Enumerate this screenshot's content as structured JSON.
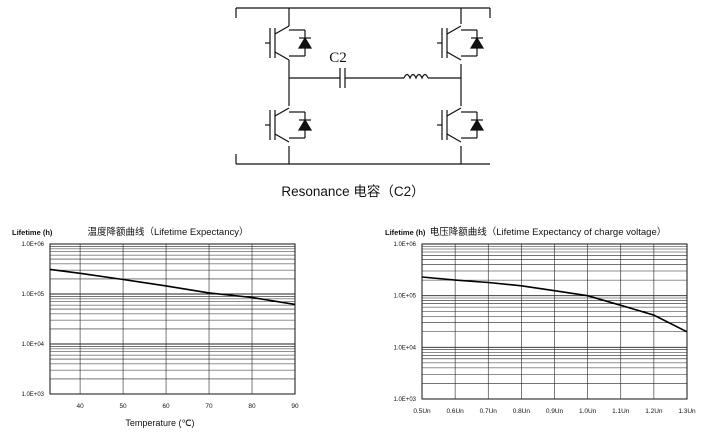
{
  "schematic": {
    "component_label": "C2",
    "caption": "Resonance 电容（C2）"
  },
  "chart_data": [
    {
      "type": "line",
      "title": "温度降额曲线（Lifetime Expectancy）",
      "ylabel": "Lifetime (h)",
      "xlabel": "Temperature (℃)",
      "y_scale": "log",
      "ylim": [
        1000,
        1000000
      ],
      "xlim": [
        33,
        90
      ],
      "x_ticks": [
        40,
        50,
        60,
        70,
        80,
        90
      ],
      "x_tick_labels": [
        "40",
        "50",
        "60",
        "70",
        "80",
        "90"
      ],
      "y_tick_labels": [
        "1.0E+06",
        "1.0E+05",
        "1.0E+04",
        "1.0E+03"
      ],
      "grid": true,
      "series": [
        {
          "x": [
            33,
            40,
            50,
            60,
            70,
            80,
            90
          ],
          "y": [
            310000,
            260000,
            195000,
            145000,
            105000,
            85000,
            62000
          ]
        }
      ]
    },
    {
      "type": "line",
      "title": "电压降额曲线（Lifetime Expectancy of charge voltage）",
      "ylabel": "Lifetime (h)",
      "xlabel": "",
      "y_scale": "log",
      "ylim": [
        1000,
        1000000
      ],
      "x_ticks": [
        0.5,
        0.6,
        0.7,
        0.8,
        0.9,
        1.0,
        1.1,
        1.2,
        1.3
      ],
      "x_tick_labels": [
        "0.5Un",
        "0.6Un",
        "0.7Un",
        "0.8Un",
        "0.9Un",
        "1.0Un",
        "1.1Un",
        "1.2Un",
        "1.3Un"
      ],
      "y_tick_labels": [
        "1.0E+06",
        "1.0E+05",
        "1.0E+04",
        "1.0E+03"
      ],
      "grid": true,
      "series": [
        {
          "x": [
            0.5,
            0.6,
            0.7,
            0.8,
            0.9,
            1.0,
            1.1,
            1.2,
            1.3
          ],
          "y": [
            230000,
            200000,
            180000,
            155000,
            125000,
            100000,
            65000,
            42000,
            20000
          ]
        }
      ]
    }
  ]
}
